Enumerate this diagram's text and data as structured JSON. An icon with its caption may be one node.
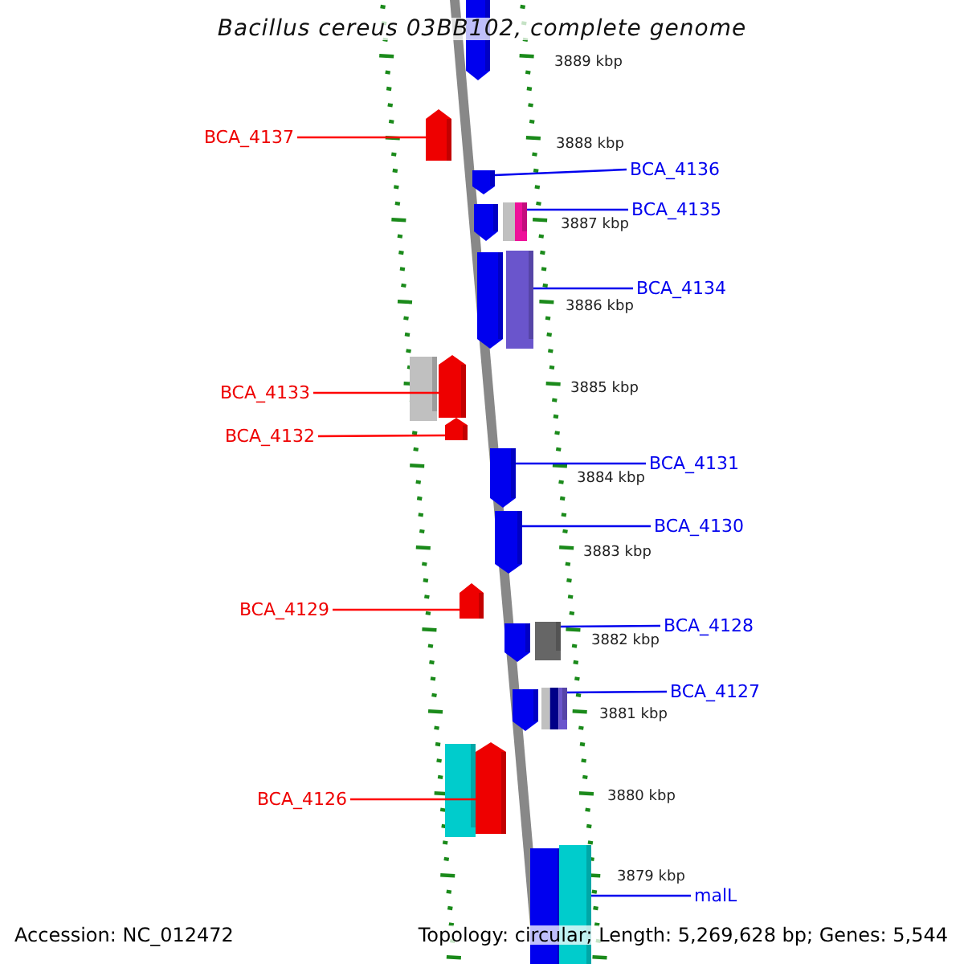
{
  "diagram": {
    "title": "Bacillus cereus 03BB102, complete genome",
    "nodes": [
      {
        "text": [
          "BCA_4137"
        ]
      },
      {
        "text": [
          "BCA_4136"
        ]
      },
      {
        "text": [
          "BCA_4135"
        ]
      },
      {
        "text": [
          "BCA_4134"
        ]
      },
      {
        "text": [
          "BCA_4133"
        ]
      },
      {
        "text": [
          "BCA_4132"
        ]
      },
      {
        "text": [
          "BCA_4131"
        ]
      },
      {
        "text": [
          "BCA_4130"
        ]
      },
      {
        "text": [
          "BCA_4129"
        ]
      },
      {
        "text": [
          "BCA_4128"
        ]
      },
      {
        "text": [
          "BCA_4127"
        ]
      },
      {
        "text": [
          "BCA_4126"
        ]
      },
      {
        "text": [
          "malL"
        ]
      },
      {
        "text": [],
        "shape": "pentagon"
      },
      {
        "text": [],
        "shape": "pentagon"
      },
      {
        "text": [],
        "shape": "box"
      },
      {
        "text": [],
        "shape": "box"
      },
      {
        "text": [],
        "shape": "pentagon"
      },
      {
        "text": [],
        "shape": "pentagon"
      },
      {
        "text": [],
        "shape": "pentagon"
      },
      {
        "text": [],
        "shape": "pentagon"
      },
      {
        "text": [],
        "shape": "pentagon"
      },
      {
        "text": [],
        "shape": "box"
      },
      {
        "text": [],
        "shape": "box"
      },
      {
        "text": [],
        "shape": "pentagon"
      },
      {
        "text": [],
        "shape": "box"
      }
    ],
    "edges": [
      {
        "from": 0,
        "to": 13,
        "arrow": "none",
        "color": "#ff0000"
      },
      {
        "from": 1,
        "to": 14,
        "arrow": "none"
      },
      {
        "from": 2,
        "to": 15,
        "arrow": "none"
      },
      {
        "from": 3,
        "to": 16,
        "arrow": "none"
      },
      {
        "from": 4,
        "to": 17,
        "arrow": "none",
        "color": "#ff0000"
      },
      {
        "from": 5,
        "to": 18,
        "arrow": "none",
        "color": "#ff0000"
      },
      {
        "from": 6,
        "to": 19,
        "arrow": "none"
      },
      {
        "from": 7,
        "to": 20,
        "arrow": "none"
      },
      {
        "from": 8,
        "to": 21,
        "arrow": "none",
        "color": "#ff0000"
      },
      {
        "from": 9,
        "to": 22,
        "arrow": "none"
      },
      {
        "from": 10,
        "to": 23,
        "arrow": "none"
      },
      {
        "from": 11,
        "to": 24,
        "arrow": "none",
        "color": "#ff0000"
      },
      {
        "from": 12,
        "to": 25,
        "arrow": "none"
      }
    ],
    "labels": [
      "3889 kbp",
      "3888 kbp",
      "3887 kbp",
      "3886 kbp",
      "3885 kbp",
      "3884 kbp",
      "3883 kbp",
      "3882 kbp",
      "3881 kbp",
      "3880 kbp",
      "3879 kbp",
      "Accession: NC_012472",
      "Topology: circular; Length: 5,269,628 bp; Genes: 5,544"
    ]
  }
}
